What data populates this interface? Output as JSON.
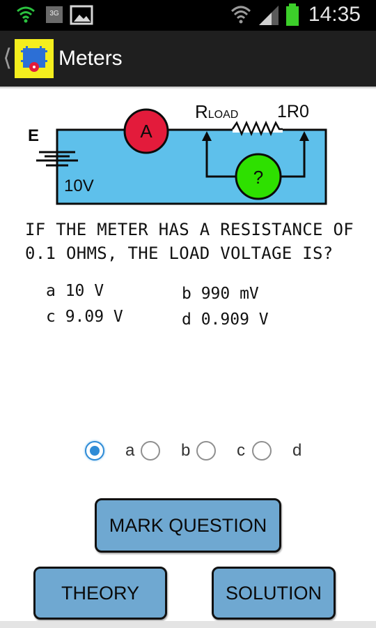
{
  "status_bar": {
    "time": "14:35",
    "left_icons": [
      "wifi-icon",
      "data-3g-icon",
      "image-icon"
    ],
    "right_icons": [
      "wifi-signal-icon",
      "cell-signal-icon",
      "battery-icon"
    ],
    "network_label": "3G",
    "colors": {
      "wifi": "#2bc23f",
      "battery": "#3ccf2a"
    }
  },
  "action_bar": {
    "title": "Meters",
    "icon": "app-circuit-icon",
    "back_icon": "chevron-left-icon"
  },
  "circuit": {
    "source_label": "E",
    "source_value": "10V",
    "ammeter_label": "A",
    "load_label_main": "R",
    "load_label_sub": "LOAD",
    "load_value": "1R0",
    "meter_label": "?",
    "colors": {
      "board": "#5ec0eb",
      "ammeter": "#e31b3b",
      "meter": "#2ee000"
    }
  },
  "question": {
    "lines": [
      "IF THE METER HAS A RESISTANCE OF",
      "0.1 OHMS, THE LOAD VOLTAGE IS?"
    ]
  },
  "options": {
    "a": "a 10 V",
    "b": "b 990 mV",
    "c": "c 9.09 V",
    "d": "d 0.909 V"
  },
  "answer_choices": {
    "items": [
      "a",
      "b",
      "c",
      "d"
    ],
    "selected": "a"
  },
  "buttons": {
    "mark": "MARK QUESTION",
    "theory": "THEORY",
    "solution": "SOLUTION",
    "color": "#6fa8d1"
  }
}
